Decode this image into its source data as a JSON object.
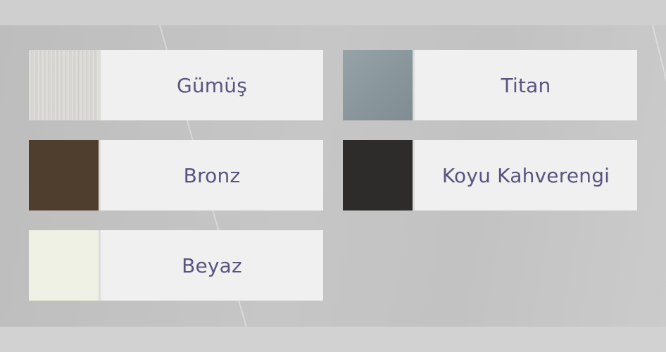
{
  "colors": [
    {
      "label": "Gümüş",
      "swatch": "#d9d8d4",
      "swatch_style": "brushed-silver"
    },
    {
      "label": "Titan",
      "swatch": "#8e9ba1",
      "swatch_style": "titanium"
    },
    {
      "label": "Bronz",
      "swatch": "#4f3e2d",
      "swatch_style": "solid"
    },
    {
      "label": "Koyu Kahverengi",
      "swatch": "#2d2c2a",
      "swatch_style": "solid"
    },
    {
      "label": "Beyaz",
      "swatch": "#eff1e4",
      "swatch_style": "solid"
    }
  ],
  "theme": {
    "label_color": "#575580",
    "card_bg": "#f0f0f0"
  }
}
